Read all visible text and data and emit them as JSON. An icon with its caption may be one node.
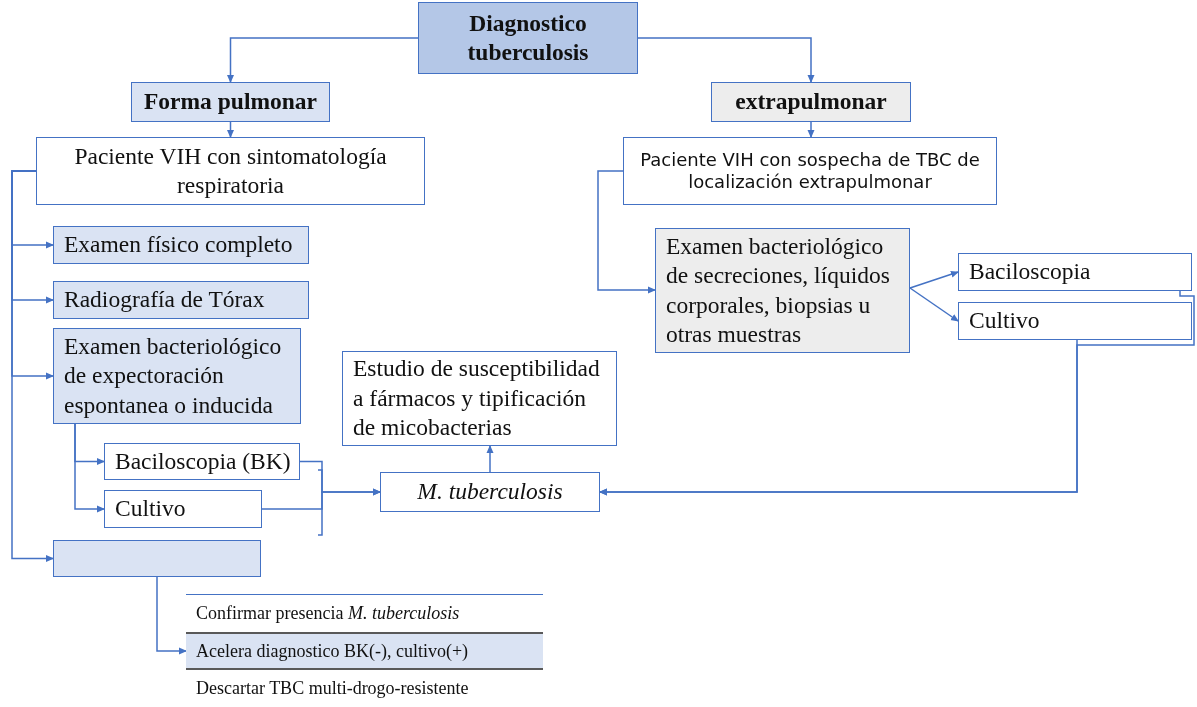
{
  "diagram": {
    "nodes": [
      {
        "text": [
          "Diagnostico tuberculosis"
        ]
      },
      {
        "text": [
          "Forma pulmonar"
        ]
      },
      {
        "text": [
          "extrapulmonar"
        ]
      },
      {
        "text": [
          "Paciente VIH con sintomatología respiratoria"
        ]
      },
      {
        "text": [
          "Paciente VIH con sospecha de TBC de localización extrapulmonar"
        ]
      },
      {
        "text": [
          "Examen físico completo"
        ]
      },
      {
        "text": [
          "Radiografía de Tórax"
        ]
      },
      {
        "text": [
          "Examen bacteriológico de expectoración espontanea o inducida"
        ]
      },
      {
        "text": [
          "Baciloscopia (BK)"
        ]
      },
      {
        "text": [
          "Cultivo"
        ]
      },
      {
        "text": [],
        "shape": "box"
      },
      {
        "text": [
          "Estudio de susceptibilidad a fármacos y tipificación de micobacterias"
        ]
      },
      {
        "text": [
          "M. tuberculosis"
        ]
      },
      {
        "text": [
          "Examen bacteriológico de secreciones, líquidos corporales, biopsias u otras muestras"
        ]
      },
      {
        "text": [
          "Baciloscopia"
        ]
      },
      {
        "text": [
          "Cultivo"
        ]
      },
      {
        "text": [
          "Confirmar presencia *M. tuberculosis*"
        ]
      },
      {
        "text": [
          "Acelera diagnostico BK(-), cultivo(+)"
        ]
      },
      {
        "text": [
          "Descartar TBC multi-drogo-resistente"
        ]
      }
    ],
    "edges": [
      {
        "from": 0,
        "to": 1,
        "arrow": "to"
      },
      {
        "from": 0,
        "to": 2,
        "arrow": "to"
      },
      {
        "from": 1,
        "to": 3,
        "arrow": "to"
      },
      {
        "from": 2,
        "to": 4,
        "arrow": "to"
      },
      {
        "from": 3,
        "to": 5,
        "arrow": "to"
      },
      {
        "from": 3,
        "to": 6,
        "arrow": "to"
      },
      {
        "from": 3,
        "to": 7,
        "arrow": "to"
      },
      {
        "from": 3,
        "to": 10,
        "arrow": "to"
      },
      {
        "from": 7,
        "to": 8,
        "arrow": "to"
      },
      {
        "from": 7,
        "to": 9,
        "arrow": "to"
      },
      {
        "from": 8,
        "to": 12,
        "arrow": "to"
      },
      {
        "from": 9,
        "to": 12,
        "arrow": "to"
      },
      {
        "from": 12,
        "to": 11,
        "arrow": "to"
      },
      {
        "from": 4,
        "to": 13,
        "arrow": "to"
      },
      {
        "from": 13,
        "to": 14,
        "arrow": "to"
      },
      {
        "from": 13,
        "to": 15,
        "arrow": "to"
      },
      {
        "from": 14,
        "to": 12,
        "arrow": "to"
      },
      {
        "from": 15,
        "to": 12,
        "arrow": "to"
      },
      {
        "from": 10,
        "to": 17,
        "arrow": "to"
      }
    ]
  }
}
